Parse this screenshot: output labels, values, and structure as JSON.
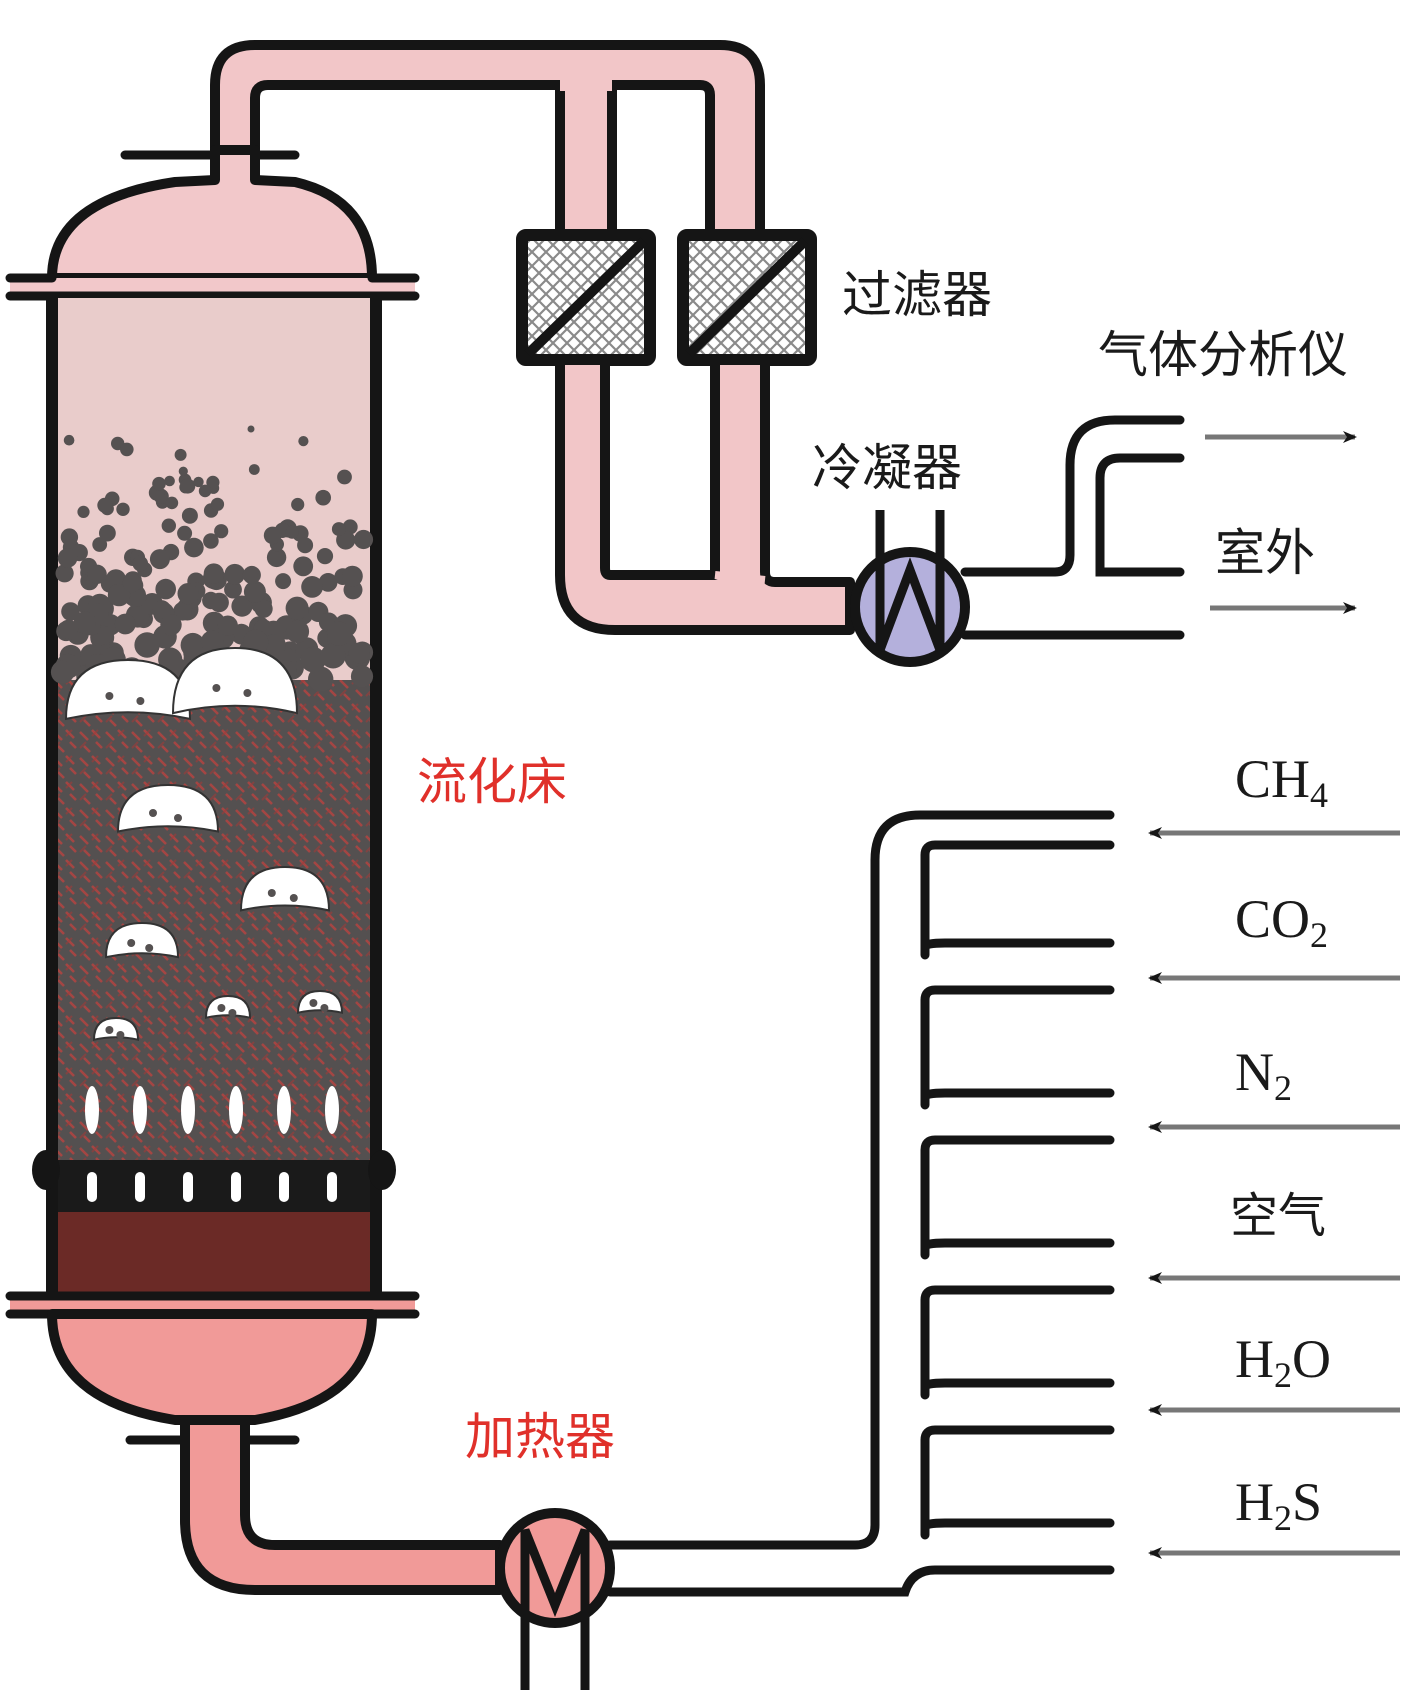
{
  "labels": {
    "filter": "过滤器",
    "gas_analyzer": "气体分析仪",
    "condenser": "冷凝器",
    "outdoor": "室外",
    "fluidized_bed": "流化床",
    "heater": "加热器"
  },
  "gas_inlets": [
    {
      "base": "CH",
      "sub": "4",
      "suffix": ""
    },
    {
      "base": "CO",
      "sub": "2",
      "suffix": ""
    },
    {
      "base": "N",
      "sub": "2",
      "suffix": ""
    },
    {
      "base": "空气",
      "sub": "",
      "suffix": ""
    },
    {
      "base": "H",
      "sub": "2",
      "suffix": "O"
    },
    {
      "base": "H",
      "sub": "2",
      "suffix": "S"
    }
  ],
  "colors": {
    "pipe_pink": "#f2c6c8",
    "vessel_top": "#f2c8ca",
    "freeboard": "#e9cccb",
    "bed_dark": "#545050",
    "bed_red": "#b8423f",
    "distributor": "#6b2a26",
    "heater_pink": "#f19a98",
    "condenser_purple": "#b4b0dc",
    "label_red": "#e0302a",
    "outline": "#151515",
    "arrow_gray": "#777777"
  }
}
